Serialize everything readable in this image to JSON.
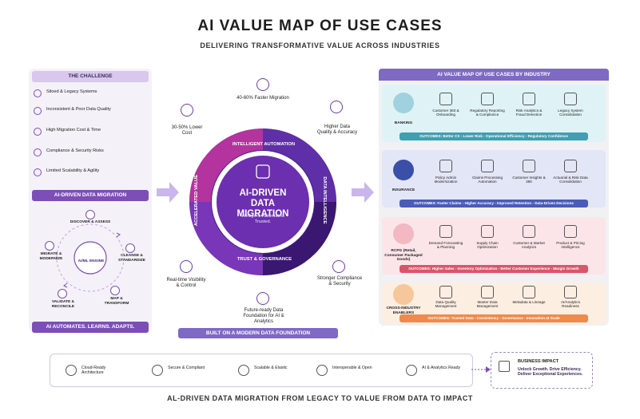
{
  "title": "AI VALUE MAP OF USE CASES",
  "subtitle": "DELIVERING TRANSFORMATIVE VALUE ACROSS INDUSTRIES",
  "footer": "AL-DRIVEN DATA MIGRATION FROM LEGACY TO VALUE FROM DATA TO IMPACT",
  "challenge": {
    "header": "THE CHALLENGE",
    "items": [
      "Siloed & Legacy Systems",
      "Inconsistent & Poor Data Quality",
      "High Migration Cost & Time",
      "Compliance & Security Risks",
      "Limited Scalability & Agility"
    ]
  },
  "migration": {
    "header": "AI-DRIVEN DATA MIGRATION",
    "engine": "AI/ML ENGINE",
    "steps": [
      "DISCOVER & ASSESS",
      "CLEANSE & STANDARDIZE",
      "MAP & TRANSFORM",
      "VALIDATE & RECONCILE",
      "MIGRATE & MODERNIZE"
    ],
    "footer": "AI AUTOMATES. LEARNS. ADAPTS."
  },
  "center": {
    "title_line1": "AI-DRIVEN",
    "title_line2": "DATA MIGRATION",
    "tagline": "Intelligent. Automated. Trusted.",
    "ring": [
      "INTELLIGENT AUTOMATION",
      "DATA INTELLIGENCE",
      "TRUST & GOVERNANCE",
      "ACCELERATED VALUE"
    ],
    "outer": {
      "top": "40-60% Faster Migration",
      "top_right": "Higher Data Quality & Accuracy",
      "bottom_right": "Stronger Compliance & Security",
      "bottom": "Future-ready Data Foundation for AI & Analytics",
      "bottom_left": "Real-time Visibility & Control",
      "top_left": "30-50% Lower Cost"
    }
  },
  "industry": {
    "header": "AI VALUE MAP OF USE CASES BY INDUSTRY",
    "rows": [
      {
        "label": "BANKING",
        "cells": [
          "Customer 360 & Onboarding",
          "Regulatory Reporting & Compliance",
          "Risk Analytics & Fraud Detection",
          "Legacy System Consolidation"
        ],
        "outcome": "OUTCOMES: Better CX - Lower Risk - Operational Efficiency - Regulatory Confidence"
      },
      {
        "label": "INSURANCE",
        "cells": [
          "Policy Admin Modernization",
          "Claims Processing Automation",
          "Customer Insights & 360",
          "Actuarial & Risk Data Consolidation"
        ],
        "outcome": "OUTCOMES: Faster Claims - Higher Accuracy - Improved Retention - Data-Driven Decisions"
      },
      {
        "label": "RCPG (Retail, Consumer Packaged Goods)",
        "cells": [
          "Demand Forecasting & Planning",
          "Supply Chain Optimization",
          "Customer & Market Analytics",
          "Product & Pricing Intelligence"
        ],
        "outcome": "OUTCOMES: Higher Sales - Inventory Optimization - Better Customer Experience - Margin Growth"
      },
      {
        "label": "CROSS-INDUSTRY ENABLERS",
        "cells": [
          "Data Quality Management",
          "Master Data Management",
          "Metadata & Lineage",
          "AI/Analytics Readiness"
        ],
        "outcome": "OUTCOMES: Trusted Data - Consistency - Governance - Innovation at Scale"
      }
    ]
  },
  "foundation": {
    "header": "BUILT ON A MODERN DATA FOUNDATION",
    "items": [
      "Cloud-Ready Architecture",
      "Secure & Compliant",
      "Scalable & Elastic",
      "Interoperable & Open",
      "AI & Analytics Ready"
    ],
    "impact_title": "BUSINESS IMPACT",
    "impact_text": "Unlock Growth. Drive Efficiency. Deliver Exceptional Experiences."
  },
  "colors": {
    "purple": "#7b4fb6",
    "deep": "#3f1d7a",
    "magenta": "#c0399c",
    "banking": "#dff3f6",
    "insurance": "#e3e6f7",
    "rcpg": "#fbe5e8",
    "cross": "#fdeee2"
  }
}
